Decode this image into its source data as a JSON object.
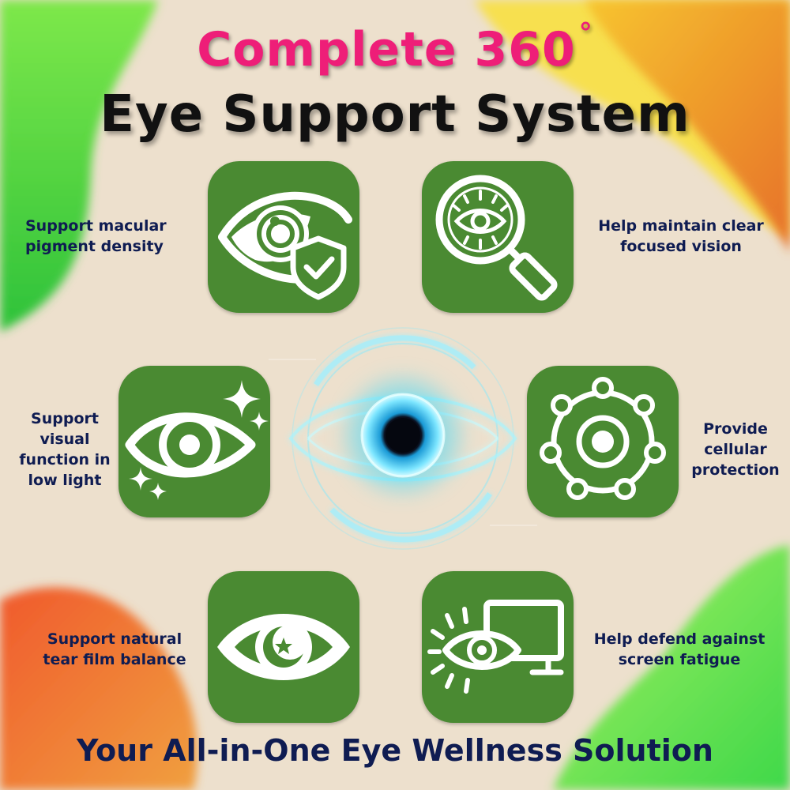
{
  "header": {
    "title_line1": "Complete 360",
    "degree_symbol": "°",
    "title_line2": "Eye Support System"
  },
  "features": [
    {
      "label": "Support macular pigment density",
      "icon": "eye-shield-check-icon"
    },
    {
      "label": "Help maintain clear focused vision",
      "icon": "magnifier-eye-icon"
    },
    {
      "label": "Support visual function in low light",
      "icon": "eye-sparkle-icon"
    },
    {
      "label": "Provide cellular protection",
      "icon": "cell-network-icon"
    },
    {
      "label": "Support natural tear film balance",
      "icon": "eye-moon-star-icon"
    },
    {
      "label": "Help defend against screen fatigue",
      "icon": "eye-monitor-icon"
    }
  ],
  "footer": {
    "tagline": "Your All-in-One Eye Wellness Solution"
  },
  "colors": {
    "title_pink": "#ee1e78",
    "title_black": "#111111",
    "tile_green": "#4a8a32",
    "label_navy": "#0f1c52",
    "background": "#ede0cd",
    "center_eye_glow": "#3fd0ee"
  }
}
